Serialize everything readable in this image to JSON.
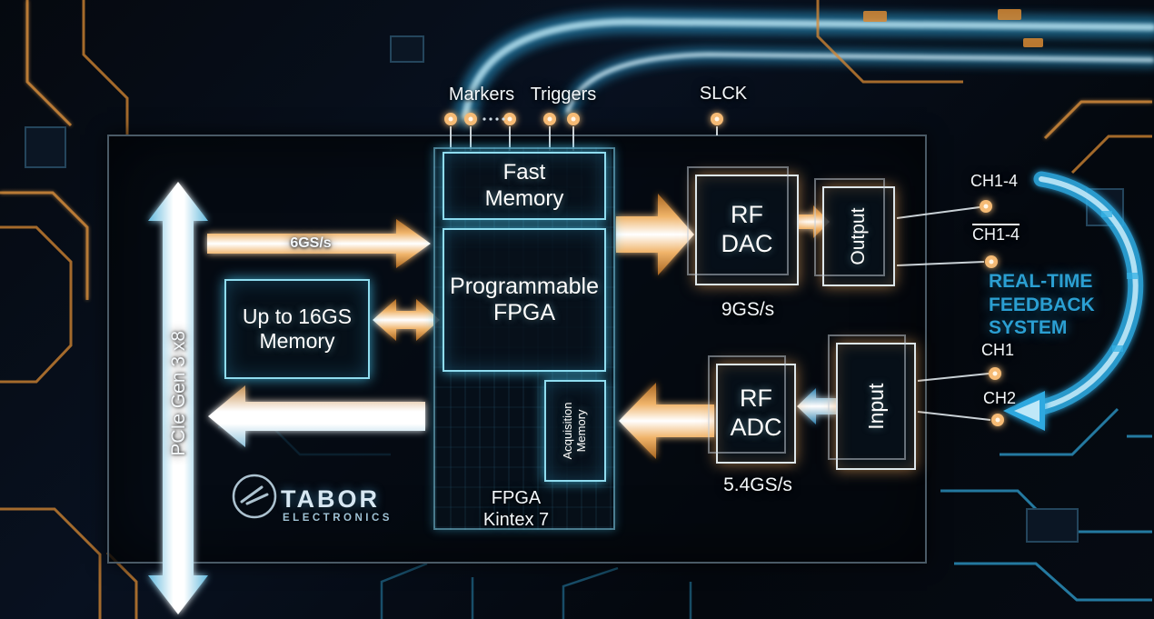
{
  "top_labels": {
    "markers": "Markers",
    "triggers": "Triggers",
    "slck": "SLCK"
  },
  "pcie": {
    "label": "PCIe Gen 3 x8",
    "rate_up": "6GS/s"
  },
  "blocks": {
    "memory16": "Up to 16GS\nMemory",
    "fast_memory": "Fast\nMemory",
    "fpga": "Programmable\nFPGA",
    "acq_memory": "Acquisition\nMemory",
    "fpga_model": "FPGA\nKintex 7",
    "rf_dac": "RF\nDAC",
    "output": "Output",
    "rf_adc": "RF\nADC",
    "input": "Input"
  },
  "rates": {
    "dac": "9GS/s",
    "adc": "5.4GS/s"
  },
  "channels": {
    "out_ch": "CH1-4",
    "out_ch_inv": "CH1-4",
    "in_ch1": "CH1",
    "in_ch2": "CH2"
  },
  "feedback": {
    "label": "REAL-TIME\nFEEDBACK\nSYSTEM"
  },
  "brand": {
    "name": "TABOR",
    "sub": "ELECTRONICS"
  },
  "colors": {
    "accent_blue": "#2fa9e0",
    "accent_orange": "#f0a95c",
    "box_glow": "#7fd9ee",
    "text": "#f4f8fb"
  }
}
